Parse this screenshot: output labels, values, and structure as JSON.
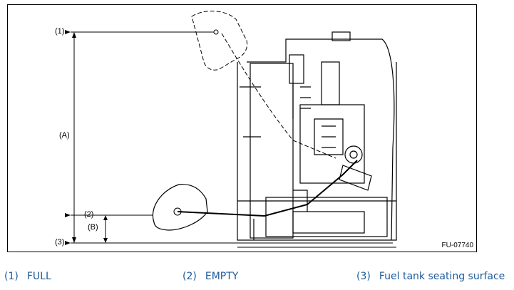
{
  "figure": {
    "labels": {
      "full": "(1)",
      "empty": "(2)",
      "seat": "(3)",
      "dim_a": "(A)",
      "dim_b": "(B)"
    },
    "code": "FU-07740"
  },
  "legend": [
    {
      "num": "(1)",
      "text": "FULL"
    },
    {
      "num": "(2)",
      "text": "EMPTY"
    },
    {
      "num": "(3)",
      "text": "Fuel tank seating surface"
    }
  ],
  "colors": {
    "line": "#000000",
    "legend_text": "#1e5a9a"
  }
}
